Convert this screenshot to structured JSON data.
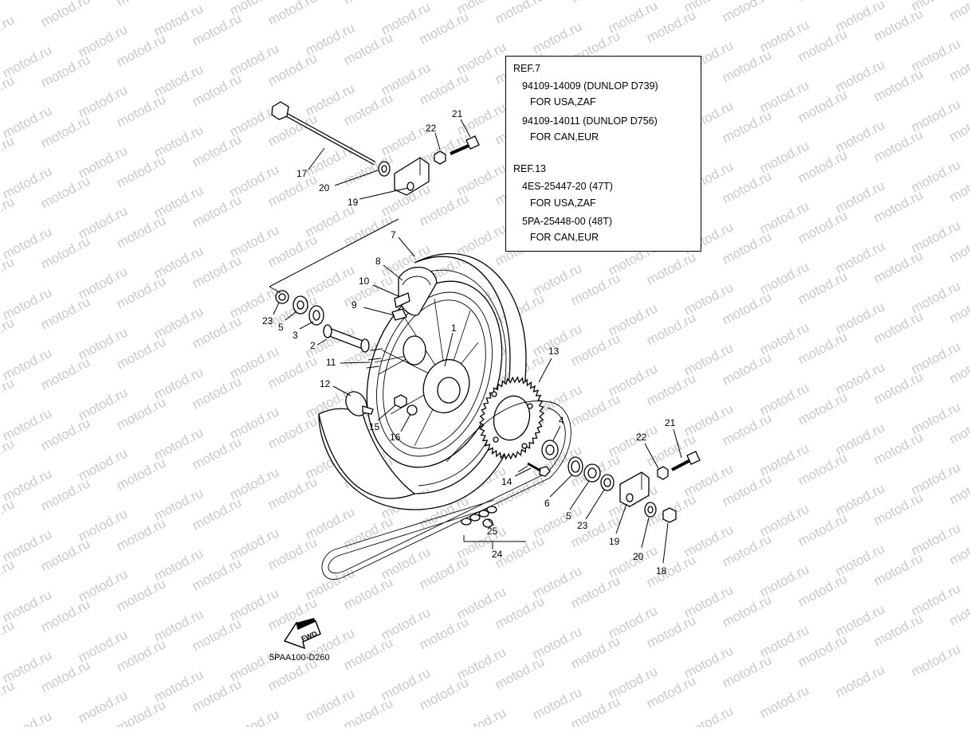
{
  "watermark": "motod.ru",
  "ref_table": {
    "lines": [
      "REF.7",
      "94109-14009 (DUNLOP D739)",
      "FOR USA,ZAF",
      "94109-14011 (DUNLOP D756)",
      "FOR CAN,EUR",
      "REF.13",
      "4ES-25447-20 (47T)",
      "FOR USA,ZAF",
      "5PA-25448-00 (48T)",
      "FOR CAN,EUR"
    ]
  },
  "diagram_code": "5PAA100-D260",
  "fwd_label": "FWD",
  "callouts": {
    "c1": "1",
    "c2": "2",
    "c3": "3",
    "c4": "4",
    "c5a": "5",
    "c5b": "5",
    "c6": "6",
    "c7": "7",
    "c8": "8",
    "c9": "9",
    "c10": "10",
    "c11": "11",
    "c12": "12",
    "c13": "13",
    "c14": "14",
    "c15": "15",
    "c16": "16",
    "c17": "17",
    "c18": "18",
    "c19a": "19",
    "c19b": "19",
    "c20a": "20",
    "c20b": "20",
    "c21a": "21",
    "c21b": "21",
    "c22a": "22",
    "c22b": "22",
    "c23a": "23",
    "c23b": "23",
    "c24": "24",
    "c25": "25"
  }
}
